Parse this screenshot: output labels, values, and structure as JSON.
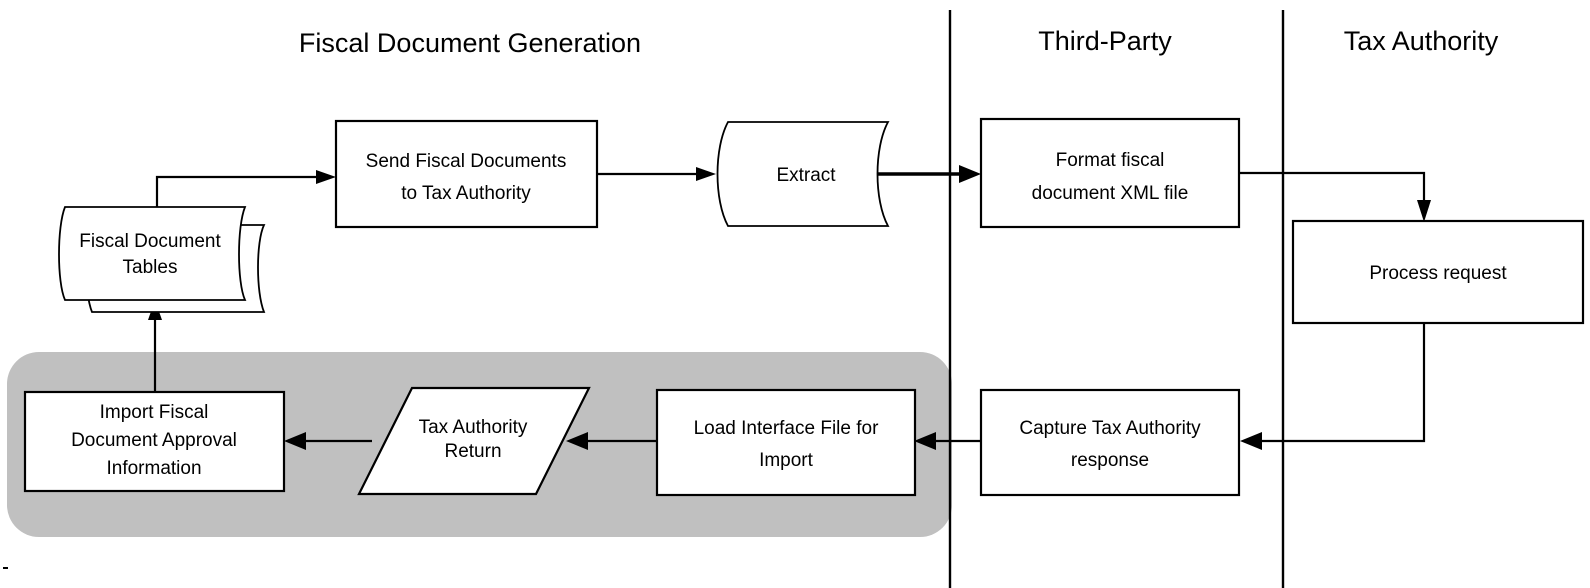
{
  "diagram": {
    "title_bar_absent": true,
    "background_color": "#ffffff",
    "group_box_color": "#c0c0c0",
    "line_color": "#000000",
    "shape_fill_color": "#ffffff"
  },
  "lanes": [
    {
      "id": "fiscal-document-generation",
      "title": "Fiscal Document Generation"
    },
    {
      "id": "third-party",
      "title": "Third-Party"
    },
    {
      "id": "tax-authority",
      "title": "Tax Authority"
    }
  ],
  "nodes": {
    "fiscal_document_tables": {
      "label_line1": "Fiscal Document",
      "label_line2": "Tables",
      "shape": "multi-document"
    },
    "send_fiscal_documents": {
      "label_line1": "Send Fiscal  Documents",
      "label_line2": "to Tax Authority",
      "shape": "process-box"
    },
    "extract": {
      "label_line1": "Extract",
      "shape": "document"
    },
    "format_fiscal_xml": {
      "label_line1": "Format fiscal",
      "label_line2": "document XML file",
      "shape": "process-box"
    },
    "process_request": {
      "label_line1": "Process request",
      "shape": "process-box"
    },
    "capture_tax_authority_response": {
      "label_line1": "Capture Tax Authority",
      "label_line2": "response",
      "shape": "process-box"
    },
    "load_interface_file": {
      "label_line1": "Load Interface File for",
      "label_line2": "Import",
      "shape": "process-box"
    },
    "tax_authority_return": {
      "label_line1": "Tax Authority",
      "label_line2": "Return",
      "shape": "parallelogram-data"
    },
    "import_fiscal_approval": {
      "label_line1": "Import Fiscal",
      "label_line2": "Document Approval",
      "label_line3": "Information",
      "shape": "process-box"
    }
  },
  "connectors": [
    {
      "id": "tables-to-send",
      "from": "fiscal_document_tables",
      "to": "send_fiscal_documents",
      "style": "elbow-up-right",
      "arrow": "end"
    },
    {
      "id": "send-to-extract",
      "from": "send_fiscal_documents",
      "to": "extract",
      "style": "straight-right",
      "arrow": "end"
    },
    {
      "id": "extract-to-format",
      "from": "extract",
      "to": "format_fiscal_xml",
      "style": "straight-right-thick",
      "arrow": "end"
    },
    {
      "id": "format-to-process",
      "from": "format_fiscal_xml",
      "to": "process_request",
      "style": "elbow-right-down",
      "arrow": "end"
    },
    {
      "id": "process-to-capture",
      "from": "process_request",
      "to": "capture_tax_authority_response",
      "style": "elbow-down-left",
      "arrow": "end"
    },
    {
      "id": "capture-to-load",
      "from": "capture_tax_authority_response",
      "to": "load_interface_file",
      "style": "straight-left",
      "arrow": "end"
    },
    {
      "id": "load-to-return",
      "from": "load_interface_file",
      "to": "tax_authority_return",
      "style": "straight-left",
      "arrow": "end"
    },
    {
      "id": "return-to-import",
      "from": "tax_authority_return",
      "to": "import_fiscal_approval",
      "style": "straight-left",
      "arrow": "end"
    },
    {
      "id": "import-to-tables",
      "from": "import_fiscal_approval",
      "to": "fiscal_document_tables",
      "style": "straight-up",
      "arrow": "end"
    }
  ]
}
